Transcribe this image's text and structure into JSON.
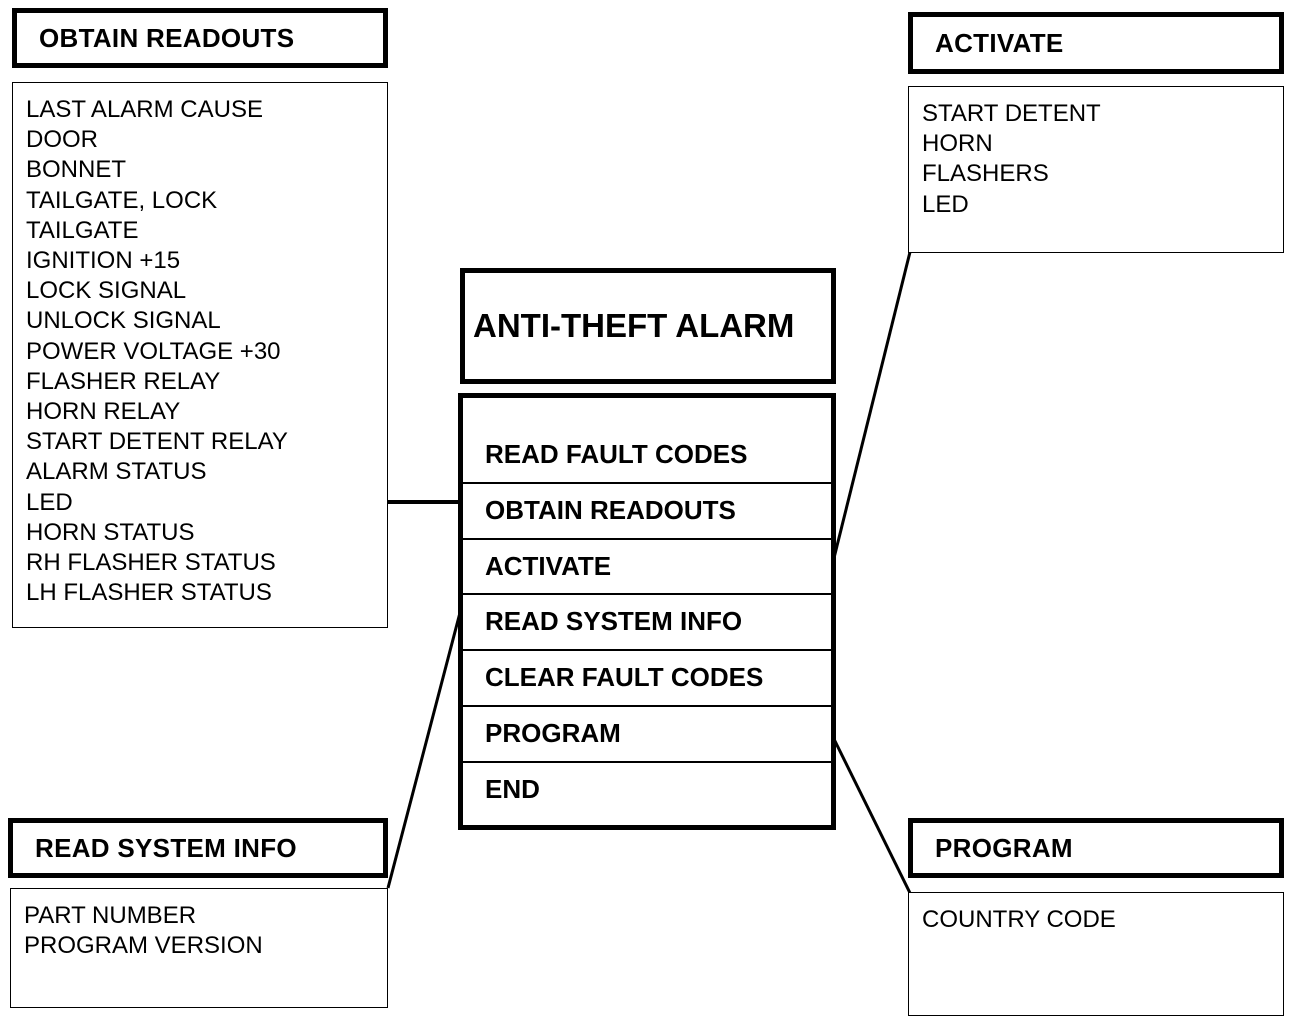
{
  "main": {
    "title": "ANTI-THEFT ALARM",
    "menu": [
      "READ FAULT CODES",
      "OBTAIN READOUTS",
      "ACTIVATE",
      "READ SYSTEM INFO",
      "CLEAR FAULT CODES",
      "PROGRAM",
      "END"
    ]
  },
  "obtain_readouts": {
    "title": "OBTAIN READOUTS",
    "items": [
      "LAST ALARM CAUSE",
      "DOOR",
      "BONNET",
      "TAILGATE, LOCK",
      "TAILGATE",
      "IGNITION +15",
      "LOCK SIGNAL",
      "UNLOCK SIGNAL",
      "POWER VOLTAGE +30",
      "FLASHER RELAY",
      "HORN RELAY",
      "START DETENT RELAY",
      "ALARM STATUS",
      "LED",
      "HORN STATUS",
      "RH FLASHER STATUS",
      "LH FLASHER STATUS"
    ]
  },
  "activate": {
    "title": "ACTIVATE",
    "items": [
      "START DETENT",
      "HORN",
      "FLASHERS",
      "LED"
    ]
  },
  "read_system_info": {
    "title": "READ SYSTEM INFO",
    "items": [
      "PART NUMBER",
      "PROGRAM VERSION"
    ]
  },
  "program": {
    "title": "PROGRAM",
    "items": [
      "COUNTRY CODE"
    ]
  }
}
